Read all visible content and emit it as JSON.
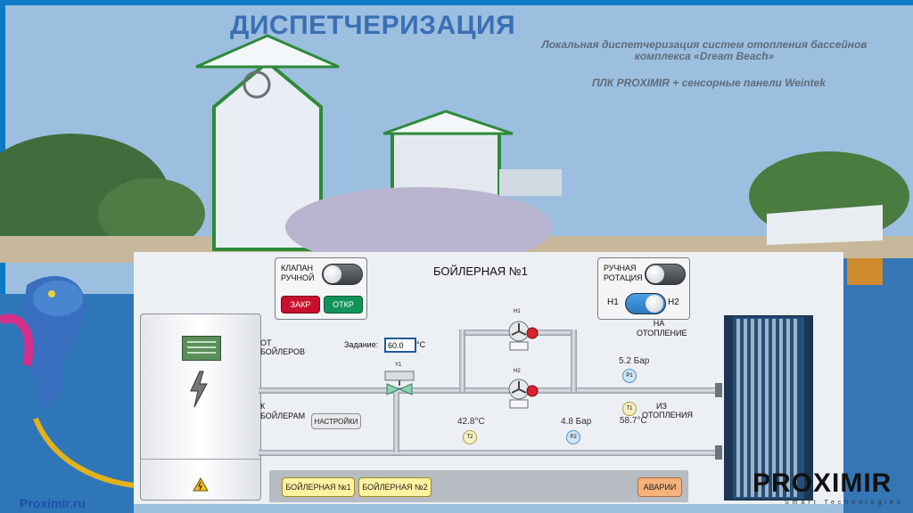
{
  "header": {
    "title": "ДИСПЕТЧЕРИЗАЦИЯ",
    "subtitle": "Локальная диспетчеризация систем отопления бассейнов комплекса «Dream Beach»",
    "plc_line": "ПЛК PROXIMIR + сенсорные панели Weintek"
  },
  "panel": {
    "title": "БОЙЛЕРНАЯ №1",
    "valve_box": {
      "label": "КЛАПАН РУЧНОЙ",
      "close_label": "ЗАКР",
      "open_label": "ОТКР"
    },
    "rotation_box": {
      "label": "РУЧНАЯ РОТАЦИЯ",
      "h1": "Н1",
      "h2": "Н2"
    },
    "labels": {
      "from_boilers": "ОТ БОЙЛЕРОВ",
      "to_boilers": "К БОЙЛЕРАМ",
      "to_heating": "НА ОТОПЛЕНИЕ",
      "from_heating": "ИЗ ОТОПЛЕНИЯ",
      "setpoint": "Задание:",
      "setpoint_unit": "°С",
      "settings_button": "НАСТРОЙКИ",
      "valve_tag": "Y1",
      "pump1_tag": "Н1",
      "pump2_tag": "Н2"
    },
    "setpoint_value": "60.0",
    "readings": {
      "p1": "5.2 Бар",
      "t1": "58.7°С",
      "t2": "42.8°С",
      "p2": "4.8 Бар"
    },
    "sensors": {
      "p1": "P1",
      "t1": "T1",
      "t2": "T2",
      "p2": "P2"
    },
    "bottom_buttons": {
      "boiler1": "БОЙЛЕРНАЯ №1",
      "boiler2": "БОЙЛЕРНАЯ №2",
      "alarms": "АВАРИИ"
    }
  },
  "footer": {
    "site": "Proximir.ru",
    "brand": "PROXIMIR",
    "brand_tagline": "Smart Technologies"
  },
  "colors": {
    "title": "#3b6fb5",
    "alarm_red": "#c8102e",
    "ok_green": "#12935a",
    "toggle_blue": "#3a8fd8"
  },
  "icons": [
    "lightning-icon",
    "warning-icon",
    "pump-icon",
    "valve-icon",
    "heat-exchanger-icon"
  ]
}
